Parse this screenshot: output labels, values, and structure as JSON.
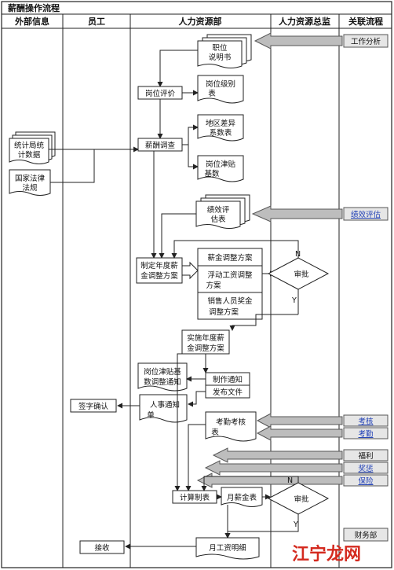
{
  "title": "薪酬操作流程",
  "lanes": [
    "外部信息",
    "员工",
    "人力资源部",
    "人力资源总监",
    "关联流程"
  ],
  "nodes": {
    "job_desc": [
      "职位",
      "说明书"
    ],
    "job_eval": "岗位评价",
    "job_level_table": [
      "岗位级别",
      "表"
    ],
    "region_diff": [
      "地区差异",
      "系数表"
    ],
    "job_allowance": [
      "岗位津贴",
      "基数"
    ],
    "stats_data": [
      "统计局统",
      "计数据"
    ],
    "law": [
      "国家法律",
      "法规"
    ],
    "salary_survey": "薪酬调查",
    "perf_eval": [
      "绩效评",
      "估表"
    ],
    "annual_plan": [
      "制定年度薪",
      "金调整方案"
    ],
    "salary_adjust": "薪金调整方案",
    "float_salary": [
      "浮动工资调整",
      "方案"
    ],
    "sales_bonus": [
      "销售人员奖金",
      "调整方案"
    ],
    "approve1": "审批",
    "n1": "N",
    "y1": "Y",
    "implement": [
      "实施年度薪",
      "金调整方案"
    ],
    "allowance_notice": [
      "岗位津贴基",
      "数调整通知"
    ],
    "make_notice": "制作通知",
    "publish": "发布文件",
    "hr_notice": [
      "人事通知",
      "单"
    ],
    "sign_confirm": "签字确认",
    "attendance": [
      "考勤考核",
      "表"
    ],
    "calc": "计算制表",
    "monthly_table": "月薪金表",
    "approve2": "审批",
    "n2": "N",
    "y2": "Y",
    "payslip": "月工资明细",
    "receive": "接收"
  },
  "related": {
    "job_analysis": "工作分析",
    "perf_eval": "绩效评估",
    "assess": "考核",
    "attend": "考勤",
    "welfare": "福利",
    "bonus": "奖惩",
    "insurance": "保险",
    "finance": "财务部"
  },
  "watermark": "江宁龙网"
}
